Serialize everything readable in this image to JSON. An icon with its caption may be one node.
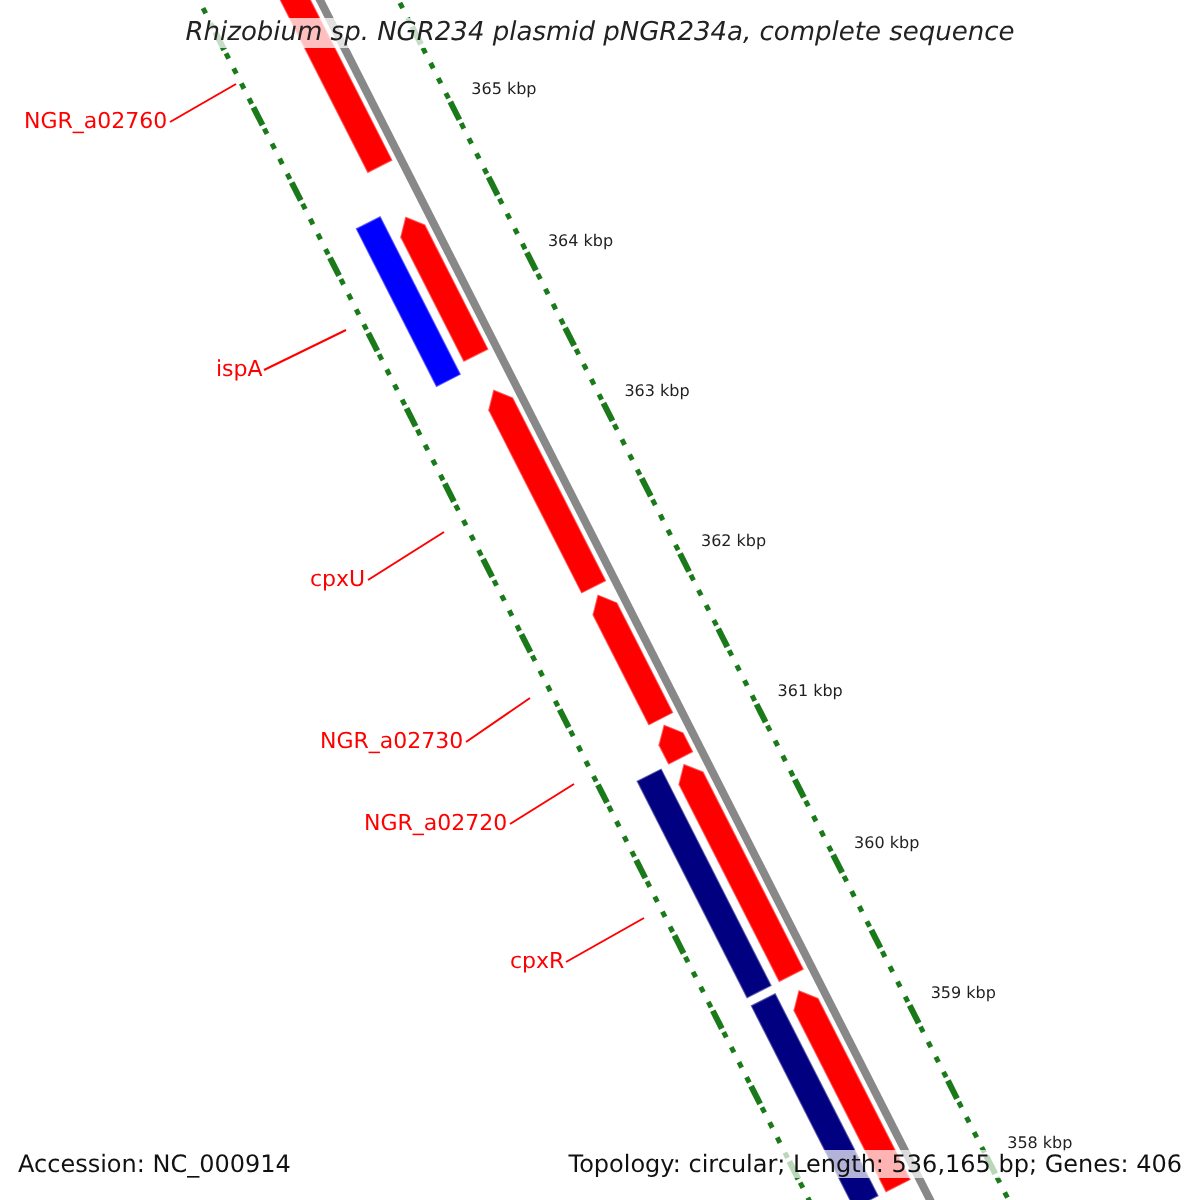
{
  "diagram": {
    "title": "Rhizobium sp. NGR234 plasmid pNGR234a, complete sequence",
    "nodes": [
      {
        "text": [
          "NGR_a02760"
        ]
      },
      {
        "text": [
          "ispA"
        ]
      },
      {
        "text": [
          "cpxU"
        ]
      },
      {
        "text": [
          "NGR_a02730"
        ]
      },
      {
        "text": [
          "NGR_a02720"
        ]
      },
      {
        "text": [
          "cpxR"
        ]
      }
    ],
    "edges": [
      {
        "from": 0,
        "to": null,
        "arrow": "none"
      },
      {
        "from": 1,
        "to": null,
        "arrow": "none"
      },
      {
        "from": 2,
        "to": null,
        "arrow": "none"
      },
      {
        "from": 3,
        "to": null,
        "arrow": "none"
      },
      {
        "from": 4,
        "to": null,
        "arrow": "none"
      },
      {
        "from": 5,
        "to": null,
        "arrow": "none"
      }
    ],
    "labels": [
      "365 kbp",
      "364 kbp",
      "363 kbp",
      "362 kbp",
      "361 kbp",
      "360 kbp",
      "359 kbp",
      "358 kbp",
      "Accession: NC_000914",
      "Topology: circular; Length: 536,165 bp; Genes: 406"
    ]
  }
}
